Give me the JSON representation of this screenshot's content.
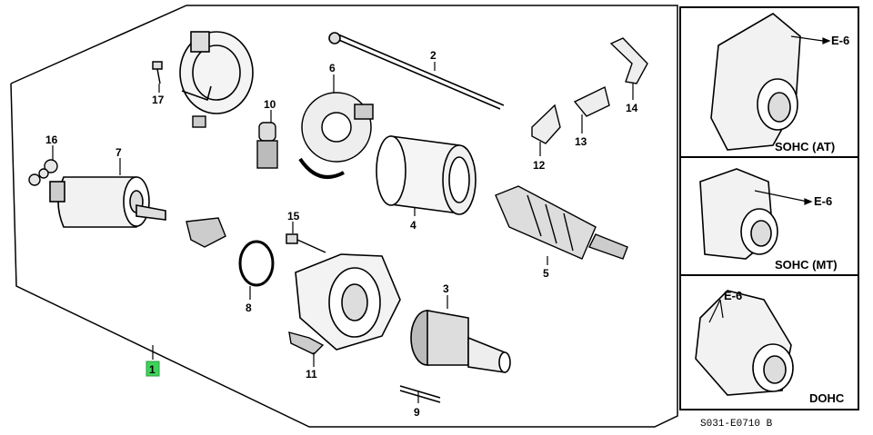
{
  "diagram": {
    "parts": [
      {
        "id": "part-1",
        "number": "1"
      },
      {
        "id": "part-2",
        "number": "2"
      },
      {
        "id": "part-3",
        "number": "3"
      },
      {
        "id": "part-4",
        "number": "4"
      },
      {
        "id": "part-5",
        "number": "5"
      },
      {
        "id": "part-6",
        "number": "6"
      },
      {
        "id": "part-7",
        "number": "7"
      },
      {
        "id": "part-8",
        "number": "8"
      },
      {
        "id": "part-9",
        "number": "9"
      },
      {
        "id": "part-10",
        "number": "10"
      },
      {
        "id": "part-11",
        "number": "11"
      },
      {
        "id": "part-12",
        "number": "12"
      },
      {
        "id": "part-13",
        "number": "13"
      },
      {
        "id": "part-14",
        "number": "14"
      },
      {
        "id": "part-15",
        "number": "15"
      },
      {
        "id": "part-16",
        "number": "16"
      },
      {
        "id": "part-17",
        "number": "17"
      }
    ],
    "variants": [
      {
        "id": "sohc-at",
        "label": "SOHC (AT)",
        "ref": "E-6"
      },
      {
        "id": "sohc-mt",
        "label": "SOHC (MT)",
        "ref": "E-6"
      },
      {
        "id": "dohc",
        "label": "DOHC",
        "ref": "E-6"
      }
    ],
    "drawing_code": "S031-E0710 B",
    "highlight_color": "#3fd35a"
  }
}
